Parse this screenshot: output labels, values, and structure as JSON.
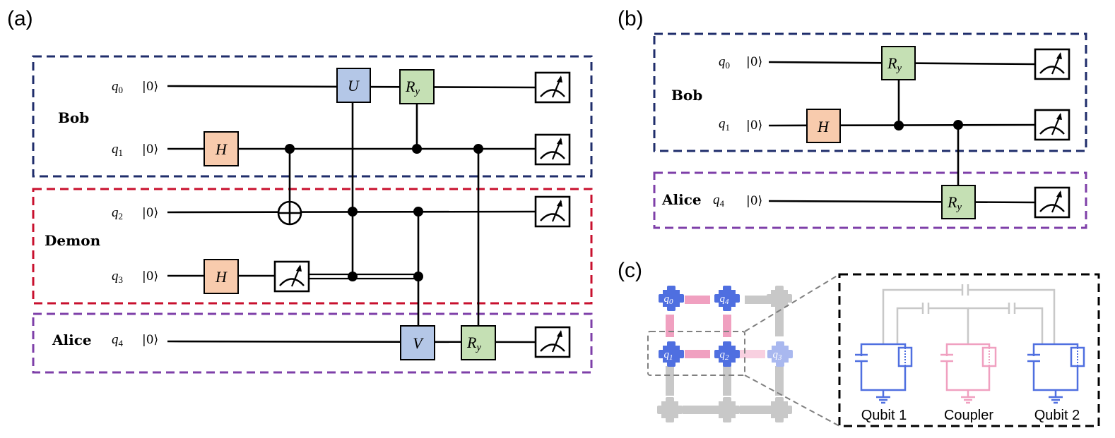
{
  "panels": {
    "a": "(a)",
    "b": "(b)",
    "c": "(c)"
  },
  "panel_a": {
    "parties": {
      "bob": "Bob",
      "demon": "Demon",
      "alice": "Alice"
    },
    "qubits": [
      {
        "name": "q",
        "sub": "0",
        "state": "|0⟩"
      },
      {
        "name": "q",
        "sub": "1",
        "state": "|0⟩"
      },
      {
        "name": "q",
        "sub": "2",
        "state": "|0⟩"
      },
      {
        "name": "q",
        "sub": "3",
        "state": "|0⟩"
      },
      {
        "name": "q",
        "sub": "4",
        "state": "|0⟩"
      }
    ],
    "gates": {
      "h1": "H",
      "h3": "H",
      "u": "U",
      "v": "V",
      "ry_main": "R",
      "ry_sub": "y",
      "ry2_main": "R",
      "ry2_sub": "y"
    }
  },
  "panel_b": {
    "parties": {
      "bob": "Bob",
      "alice": "Alice"
    },
    "qubits": [
      {
        "name": "q",
        "sub": "0",
        "state": "|0⟩"
      },
      {
        "name": "q",
        "sub": "1",
        "state": "|0⟩"
      },
      {
        "name": "q",
        "sub": "4",
        "state": "|0⟩"
      }
    ],
    "gates": {
      "h": "H",
      "ry_main": "R",
      "ry_sub": "y",
      "ry2_main": "R",
      "ry2_sub": "y"
    }
  },
  "panel_c": {
    "chip_qubits": [
      {
        "name": "q",
        "sub": "0"
      },
      {
        "name": "q",
        "sub": "4"
      },
      {
        "name": "q",
        "sub": "1"
      },
      {
        "name": "q",
        "sub": "2"
      },
      {
        "name": "q",
        "sub": "3"
      }
    ],
    "circuit_labels": {
      "qubit1": "Qubit 1",
      "coupler": "Coupler",
      "qubit2": "Qubit 2"
    }
  },
  "colors": {
    "bob_border": "#1f2d6b",
    "demon_border": "#c8102e",
    "alice_border": "#7e3fa8",
    "h_gate": "#f8cbad",
    "uv_gate": "#b4c7e7",
    "ry_gate": "#c5e0b4",
    "qubit_blue": "#4f6fe0",
    "coupler_pink": "#f0a0c0",
    "inactive_grey": "#c8c8c8"
  }
}
